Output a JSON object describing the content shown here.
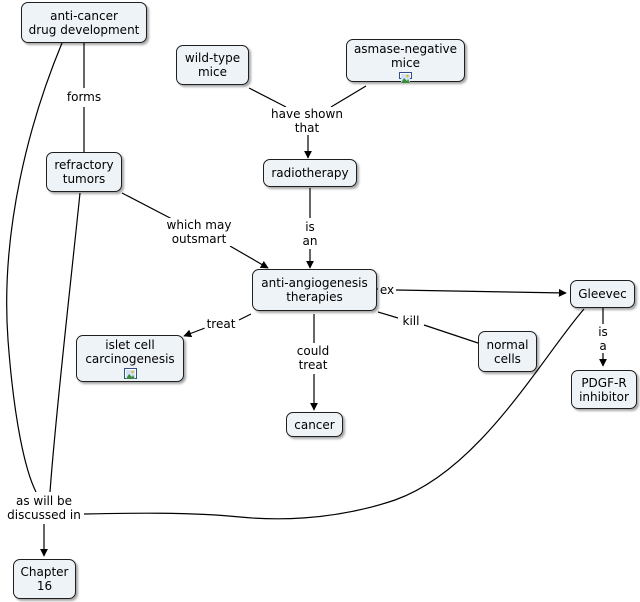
{
  "nodes": {
    "anti_cancer_dev": "anti-cancer\ndrug development",
    "wild_type": "wild-type\nmice",
    "asmase": "asmase-negative\nmice",
    "refractory": "refractory\ntumors",
    "radiotherapy": "radiotherapy",
    "anti_angio": "anti-angiogenesis\ntherapies",
    "gleevec": "Gleevec",
    "islet": "islet cell\ncarcinogenesis",
    "normal_cells": "normal\ncells",
    "pdgf": "PDGF-R\ninhibitor",
    "cancer": "cancer",
    "chapter16": "Chapter\n16"
  },
  "links": {
    "forms": "forms",
    "have_shown_that": "have shown\nthat",
    "which_may_outsmart": "which may\noutsmart",
    "is_an": "is\nan",
    "ex": "ex",
    "treat": "treat",
    "kill": "kill",
    "could_treat": "could\ntreat",
    "is_a": "is\na",
    "as_will_be_discussed_in": "as will be\ndiscussed in"
  },
  "colors": {
    "node_fill": "#eef3f7",
    "node_border": "#1f1f1f",
    "line": "#000000",
    "icon_border": "#2f4f8a"
  },
  "icons": [
    "image-icon"
  ]
}
